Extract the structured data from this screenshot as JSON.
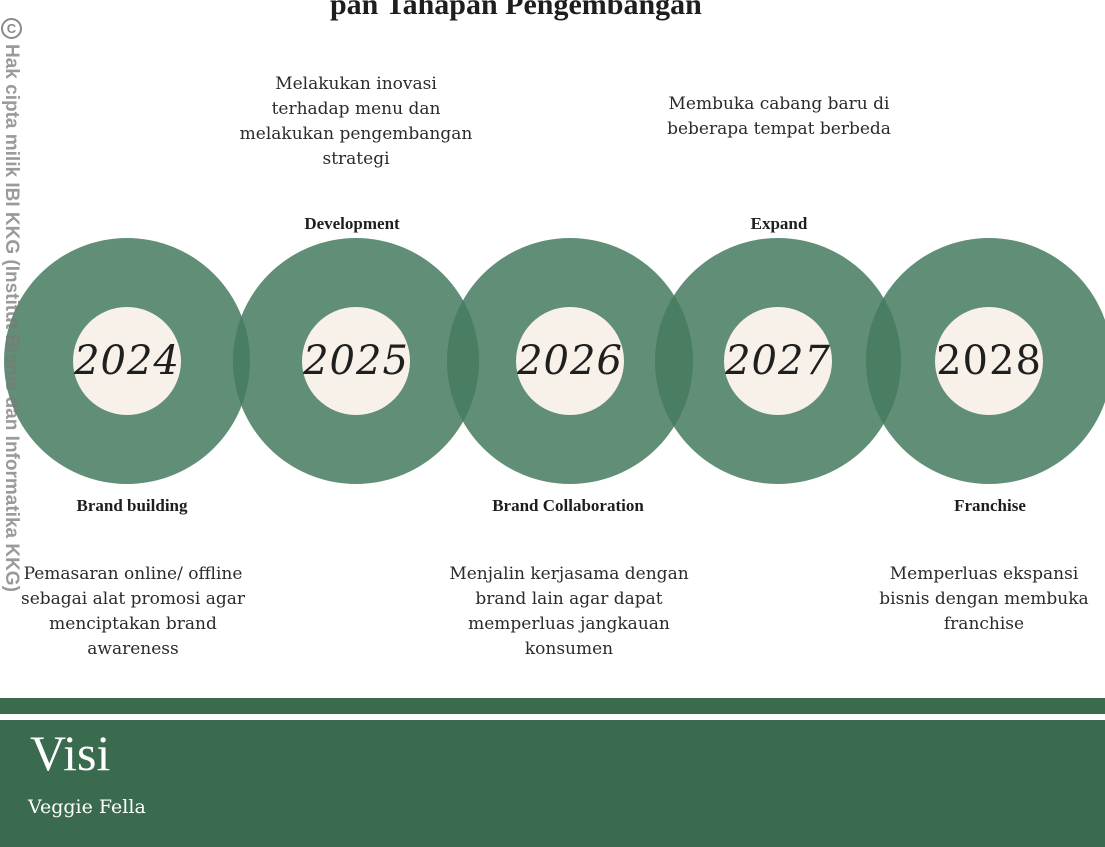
{
  "title": "pan Tahapan Pengembangan",
  "milestones": [
    {
      "year": "2024",
      "label": "Brand building",
      "desc": "Pemasaran online/ offline sebagai alat promosi agar menciptakan brand awareness"
    },
    {
      "year": "2025",
      "label": "Development",
      "desc": "Melakukan inovasi terhadap menu dan melakukan pengembangan strategi"
    },
    {
      "year": "2026",
      "label": "Brand Collaboration",
      "desc": "Menjalin kerjasama dengan brand lain agar dapat memperluas jangkauan konsumen"
    },
    {
      "year": "2027",
      "label": "Expand",
      "desc": "Membuka cabang baru di beberapa tempat berbeda"
    },
    {
      "year": "2028",
      "label": "Franchise",
      "desc": "Memperluas ekspansi bisnis dengan membuka franchise"
    }
  ],
  "footer": {
    "heading": "Visi",
    "subheading": "Veggie Fella"
  },
  "watermark": {
    "symbol": "C",
    "text": "Hak cipta milik IBI KKG (Institut Bisnis dan Informatika KKG)"
  },
  "colors": {
    "ring": "#467c60",
    "hub": "#f8f1ea",
    "band": "#3a6b4f"
  }
}
